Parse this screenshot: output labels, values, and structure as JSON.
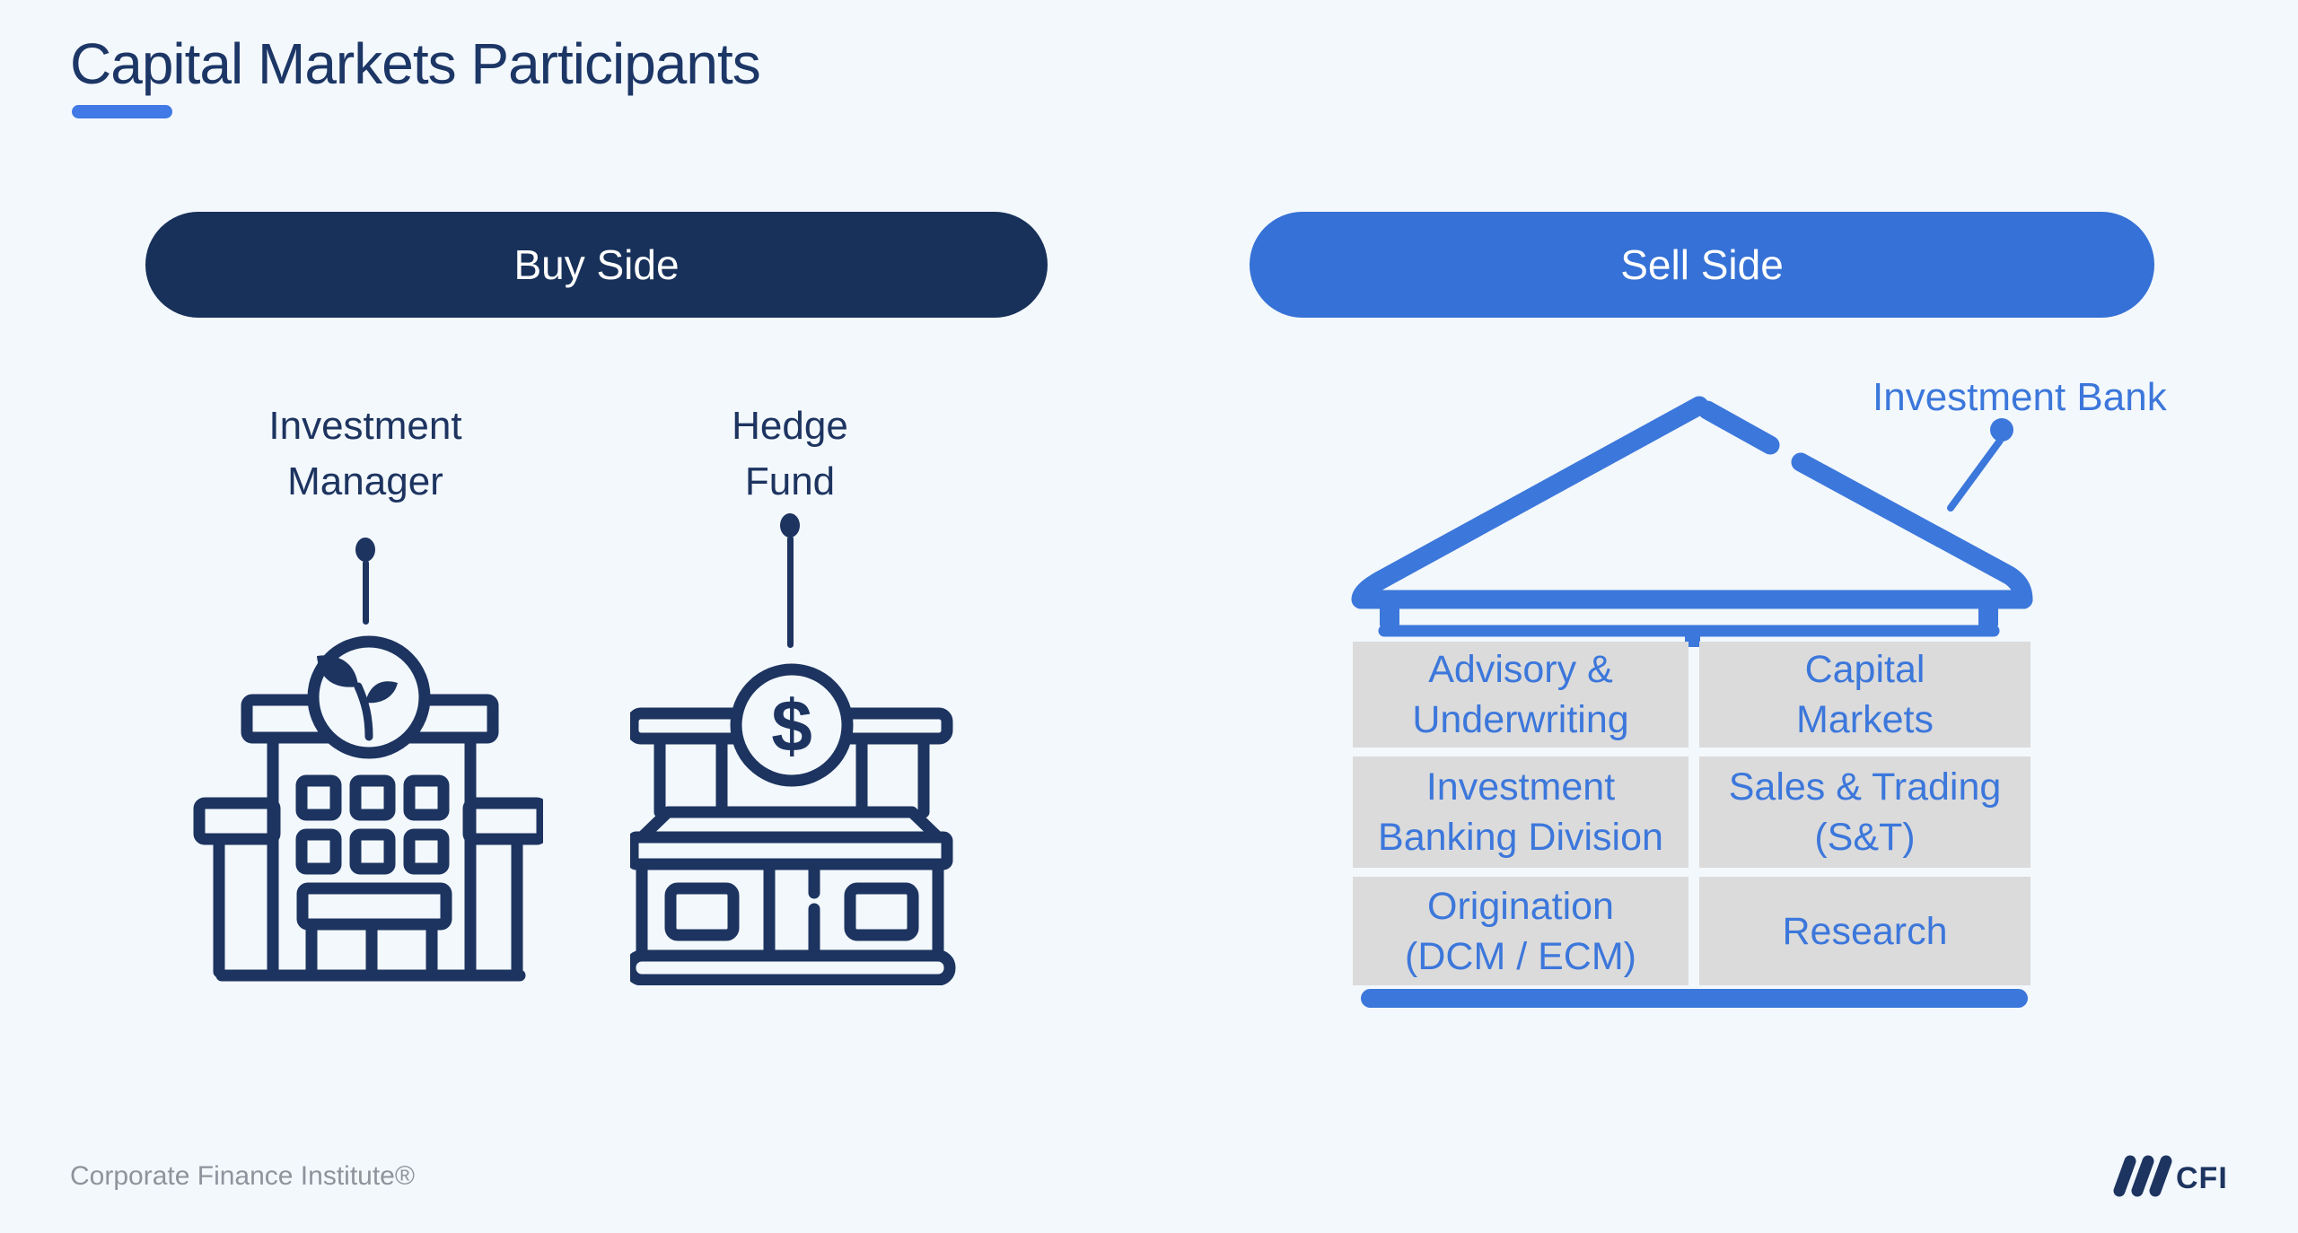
{
  "slide": {
    "title": "Capital Markets Participants",
    "colors": {
      "background": "#f3f8fc",
      "navy": "#1d3460",
      "title_navy": "#1c3666",
      "accent_blue": "#3c77db",
      "pill_blue": "#3571d6",
      "buy_pill_navy": "#17315a",
      "underline_blue": "#4179e6",
      "cell_gray": "#dbdbdb",
      "footer_gray": "#8e939c"
    },
    "buy_side": {
      "header": "Buy Side",
      "participants": [
        {
          "label_lines": [
            "Investment",
            "Manager"
          ],
          "icon": "office-building-with-plant-icon"
        },
        {
          "label_lines": [
            "Hedge",
            "Fund"
          ],
          "icon": "bank-building-with-dollar-icon",
          "icon_glyph": "$"
        }
      ]
    },
    "sell_side": {
      "header": "Sell Side",
      "callout": "Investment Bank",
      "house_icon": "investment-bank-roof-icon",
      "divisions": [
        {
          "lines": [
            "Advisory &",
            "Underwriting"
          ]
        },
        {
          "lines": [
            "Capital",
            "Markets"
          ]
        },
        {
          "lines": [
            "Investment",
            "Banking Division"
          ]
        },
        {
          "lines": [
            "Sales & Trading",
            "(S&T)"
          ]
        },
        {
          "lines": [
            "Origination",
            "(DCM / ECM)"
          ]
        },
        {
          "lines": [
            "Research"
          ]
        }
      ]
    },
    "footer": {
      "brand": "Corporate Finance Institute®",
      "logo_text": "CFI",
      "logo_icon": "cfi-triple-slash-logo"
    }
  }
}
